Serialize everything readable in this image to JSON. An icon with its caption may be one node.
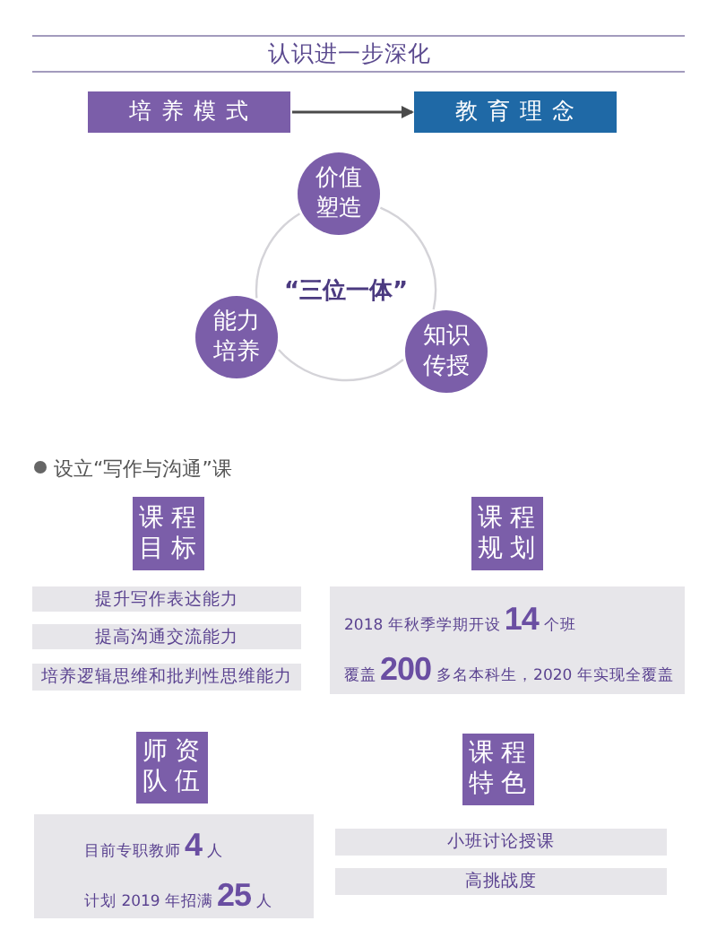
{
  "diagram": {
    "nodes": [
      {
        "text": [
          "培养模式"
        ]
      },
      {
        "text": [
          "教育理念"
        ]
      },
      {
        "text": [
          "价值塑造"
        ]
      },
      {
        "text": [
          "“三位一体”"
        ]
      },
      {
        "text": [
          "能力培养"
        ]
      },
      {
        "text": [
          "知识传授"
        ]
      },
      {
        "text": [
          "课程目标"
        ]
      },
      {
        "text": [
          "课程规划"
        ]
      },
      {
        "text": [
          "提升写作表达能力"
        ]
      },
      {
        "text": [
          "提高沟通交流能力"
        ]
      },
      {
        "text": [
          "培养逻辑思维和批判性思维能力"
        ]
      },
      {
        "text": [
          "2018 年秋季学期开设**14**个班",
          "覆盖**200**多名本科生，2020 年实现全覆盖"
        ]
      },
      {
        "text": [
          "师资队伍"
        ]
      },
      {
        "text": [
          "课程特色"
        ]
      },
      {
        "text": [
          "目前专职教师**4**人",
          "计划 2019 年招满**25**人"
        ]
      },
      {
        "text": [
          "小班讨论授课"
        ]
      },
      {
        "text": [
          "高挑战度"
        ]
      }
    ],
    "edges": [
      {
        "from": 0,
        "to": 1,
        "arrow": "to"
      }
    ],
    "labels": [
      "认识进一步深化",
      "设立“写作与沟通”课"
    ]
  }
}
